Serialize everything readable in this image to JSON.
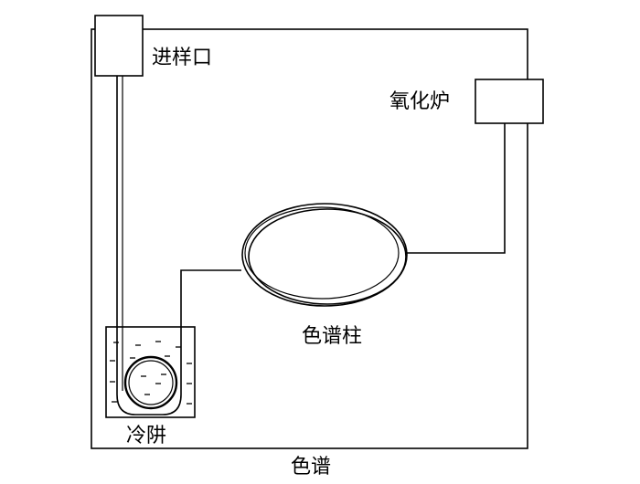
{
  "labels": {
    "inlet": "进样口",
    "oven": "氧化炉",
    "column": "色谱柱",
    "cold_trap": "冷阱",
    "chromatograph": "色谱"
  },
  "colors": {
    "line": "#000000",
    "background": "#ffffff"
  }
}
